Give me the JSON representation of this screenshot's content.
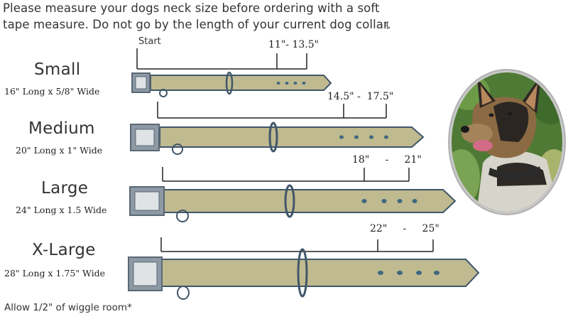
{
  "intro": {
    "line1": "Please measure your dogs neck size before ordering with a soft",
    "line2": "tape measure. Do not go by the length of your current dog collar."
  },
  "start_label": "Start",
  "footer": "Allow 1/2\" of wiggle room*",
  "sizes": [
    {
      "name": "Small",
      "desc": "16\" Long x 5/8\" Wide",
      "range_min": "11\"",
      "range_max": "13.5\""
    },
    {
      "name": "Medium",
      "desc": "20\" Long x 1\" Wide",
      "range_min": "14.5\"",
      "range_max": "17.5\""
    },
    {
      "name": "Large",
      "desc": "24\" Long x 1.5 Wide",
      "range_min": "18\"",
      "range_max": "21\""
    },
    {
      "name": "X-Large",
      "desc": "28\" Long x 1.75\" Wide",
      "range_min": "22\"",
      "range_max": "25\""
    }
  ],
  "range_separator": "-",
  "colors": {
    "collar_fill": "#bfba8f",
    "collar_stroke": "#41566a",
    "buckle": "#6f7c88",
    "ring": "#41566a",
    "hole": "#3f6680",
    "measure_line": "#222222",
    "photo_frame": "#b9b9b9",
    "photo_bg": "#4f7a35"
  },
  "icons": [
    "buckle-icon",
    "d-ring-icon",
    "keeper-loop-icon",
    "dog-photo"
  ]
}
